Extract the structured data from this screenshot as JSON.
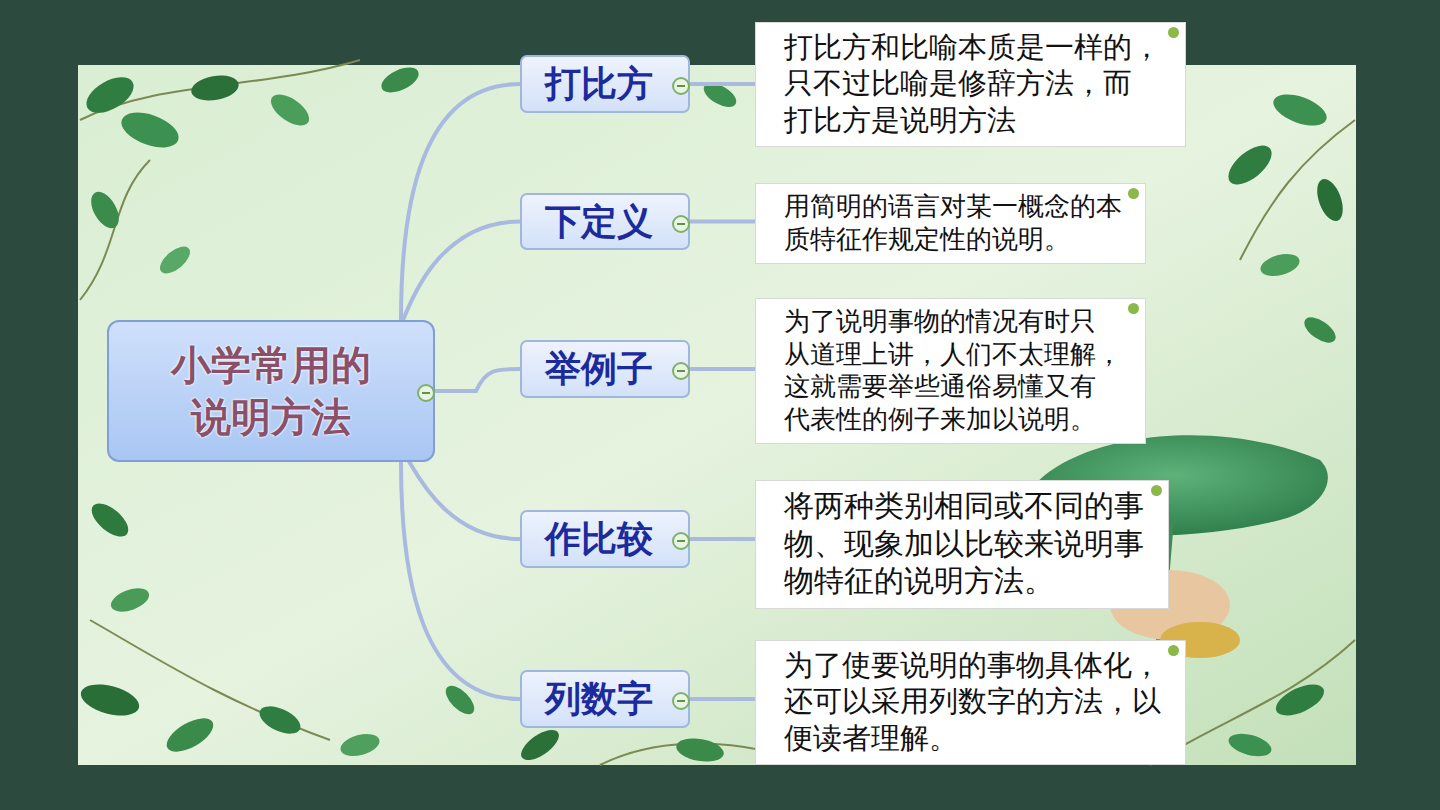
{
  "diagram": {
    "nodes": [
      {
        "text": [
          "小学常用的 说明方法"
        ]
      },
      {
        "text": [
          "打比方"
        ]
      },
      {
        "text": [
          "打比方和比喻本质是一样的， 只不过比喻是修辞方法，而 打比方是说明方法"
        ]
      },
      {
        "text": [
          "下定义"
        ]
      },
      {
        "text": [
          "用简明的语言对某一概念的本 质特征作规定性的说明。"
        ]
      },
      {
        "text": [
          "举例子"
        ]
      },
      {
        "text": [
          "为了说明事物的情况有时只 从道理上讲，人们不太理解， 这就需要举些通俗易懂又有 代表性的例子来加以说明。"
        ]
      },
      {
        "text": [
          "作比较"
        ]
      },
      {
        "text": [
          "将两种类别相同或不同的事 物、现象加以比较来说明事 物特征的说明方法。"
        ]
      },
      {
        "text": [
          "列数字"
        ]
      },
      {
        "text": [
          "为了使要说明的事物具体化， 还可以采用列数字的方法，以 便读者理解。"
        ]
      }
    ],
    "edges": [
      {
        "from": 0,
        "to": 1,
        "arrow": "none"
      },
      {
        "from": 0,
        "to": 3,
        "arrow": "none"
      },
      {
        "from": 0,
        "to": 5,
        "arrow": "none"
      },
      {
        "from": 0,
        "to": 7,
        "arrow": "none"
      },
      {
        "from": 0,
        "to": 9,
        "arrow": "none"
      },
      {
        "from": 1,
        "to": 2,
        "arrow": "none"
      },
      {
        "from": 3,
        "to": 4,
        "arrow": "none"
      },
      {
        "from": 5,
        "to": 6,
        "arrow": "none"
      },
      {
        "from": 7,
        "to": 8,
        "arrow": "none"
      },
      {
        "from": 9,
        "to": 10,
        "arrow": "none"
      }
    ]
  }
}
